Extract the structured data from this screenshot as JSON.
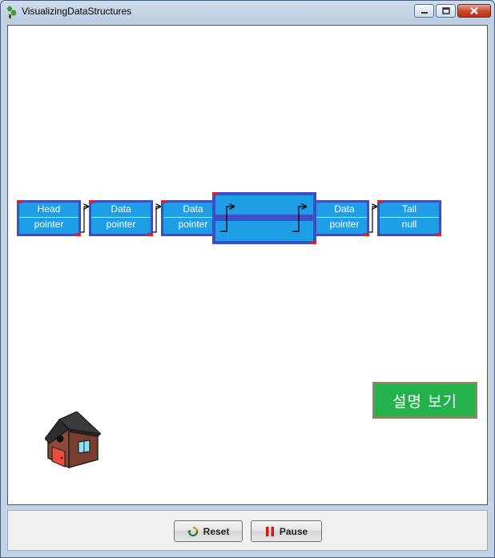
{
  "window": {
    "title": "VisualizingDataStructures"
  },
  "nodes": [
    {
      "top": "Head",
      "bottom": "pointer"
    },
    {
      "top": "Data",
      "bottom": "pointer"
    },
    {
      "top": "Data",
      "bottom": "pointer"
    },
    {
      "top": "",
      "bottom": ""
    },
    {
      "top": "Data",
      "bottom": "pointer"
    },
    {
      "top": "Tail",
      "bottom": "null"
    }
  ],
  "explain_button": "설명 보기",
  "controls": {
    "reset": "Reset",
    "pause": "Pause"
  },
  "icons": [
    "app-icon",
    "minimize-icon",
    "maximize-icon",
    "close-icon",
    "house-icon",
    "reset-icon",
    "pause-icon",
    "arrow-icon"
  ],
  "colors": {
    "node_fill": "#1e9ee6",
    "node_border": "#3e4fc6",
    "accent_red": "#e22020",
    "explain_bg": "#23b14c"
  }
}
